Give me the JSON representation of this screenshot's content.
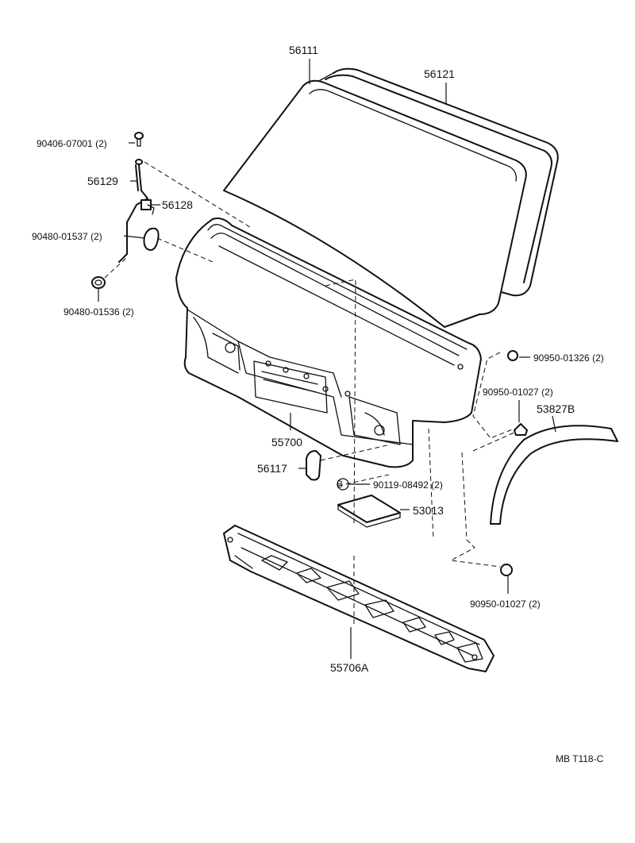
{
  "labels": {
    "p56111": "56111",
    "p56121": "56121",
    "p90406": "90406-07001 (2)",
    "p56129": "56129",
    "p56128": "56128",
    "p90480a": "90480-01537 (2)",
    "p90480b": "90480-01536 (2)",
    "p90950a": "90950-01326 (2)",
    "p90950b": "90950-01027 (2)",
    "p53827": "53827B",
    "p55700": "55700",
    "p56117": "56117",
    "p90119": "90119-08492 (2)",
    "p90119_mark": "B",
    "p53013": "53013",
    "p90950c": "90950-01027 (2)",
    "p55706": "55706A",
    "ref": "MB T118-C"
  }
}
